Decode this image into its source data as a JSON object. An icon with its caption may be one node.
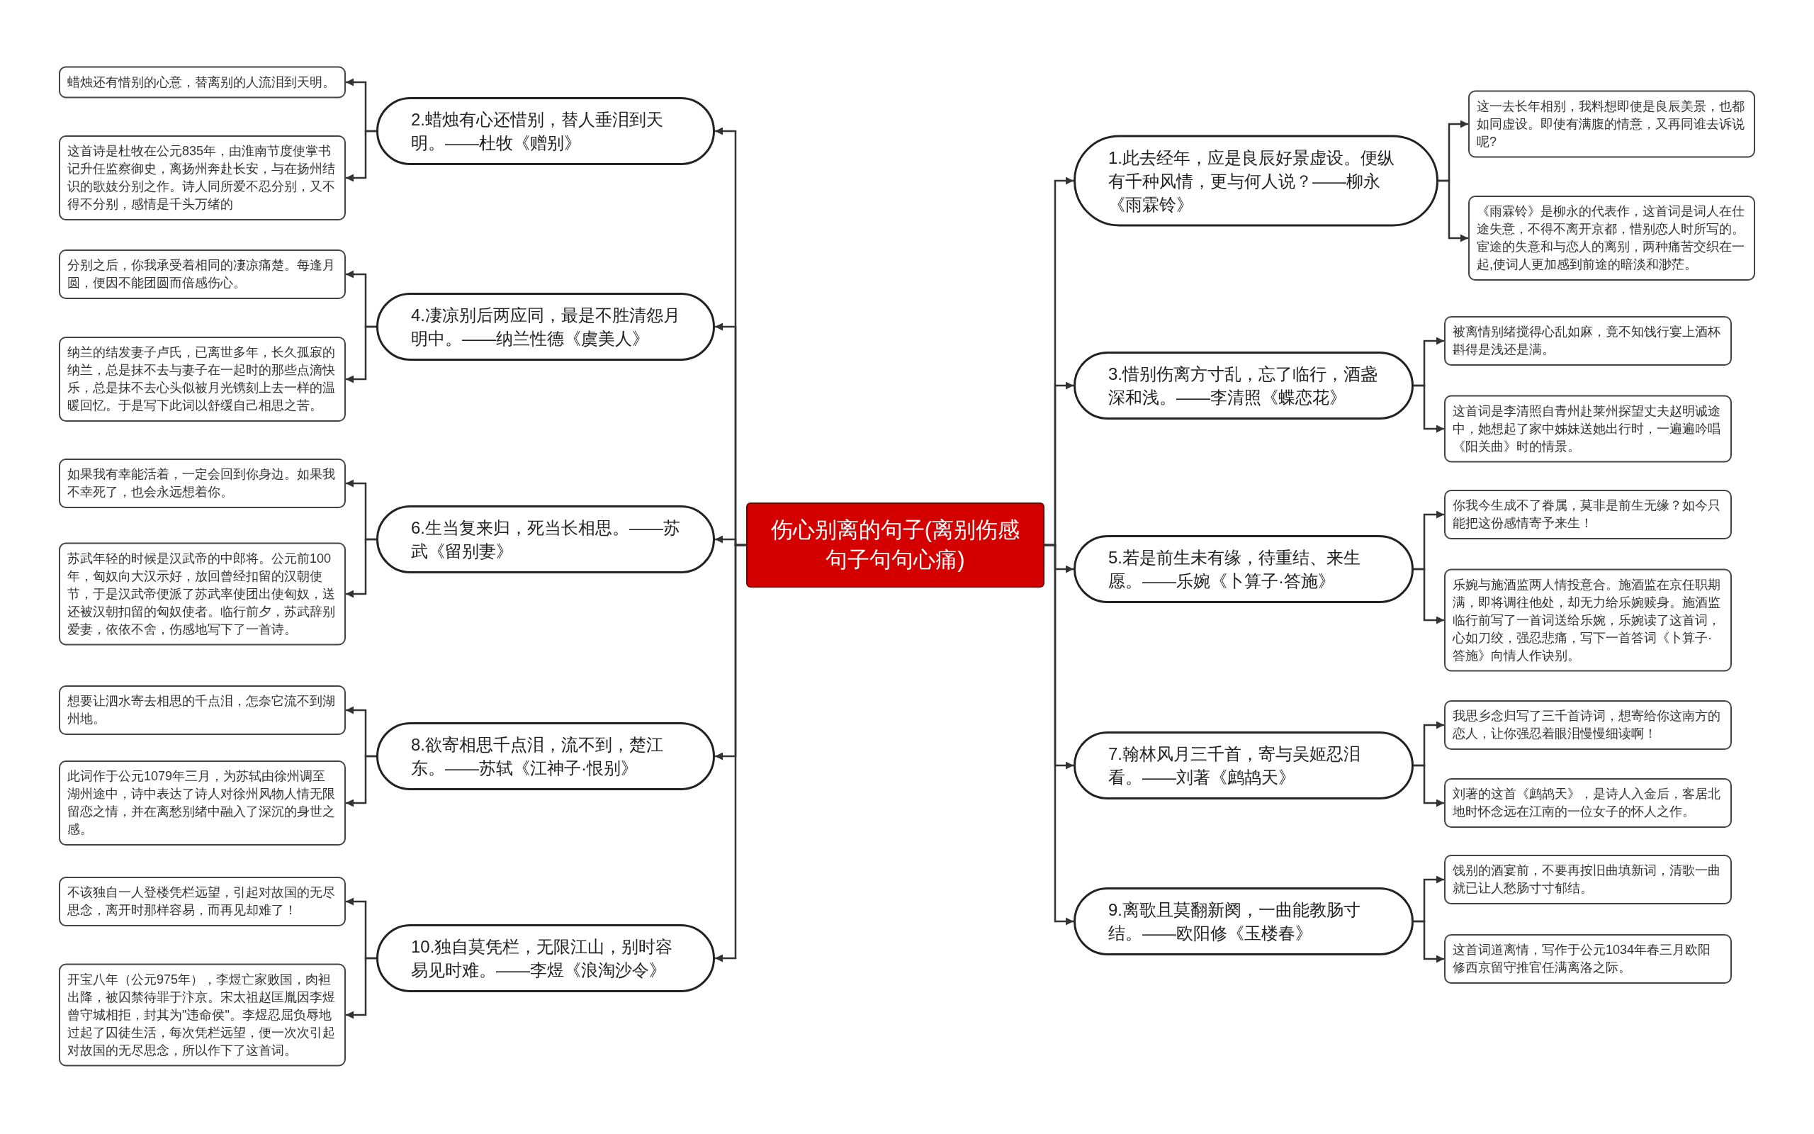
{
  "diagram": {
    "nodes": [
      {
        "text": [
          "伤心别离的句子(离别伤感句子句句心痛)"
        ]
      },
      {
        "text": [
          "1.此去经年，应是良辰好景虚设。便纵有千种风情，更与何人说？——柳永《雨霖铃》"
        ]
      },
      {
        "text": [
          "这一去长年相别，我料想即使是良辰美景，也都如同虚设。即使有满腹的情意，又再同谁去诉说呢?"
        ]
      },
      {
        "text": [
          "《雨霖铃》是柳永的代表作，这首词是词人在仕途失意，不得不离开京都，惜别恋人时所写的。宦途的失意和与恋人的离别，两种痛苦交织在一起,使词人更加感到前途的暗淡和渺茫。"
        ]
      },
      {
        "text": [
          "2.蜡烛有心还惜别，替人垂泪到天明。——杜牧《赠别》"
        ]
      },
      {
        "text": [
          "蜡烛还有惜别的心意，替离别的人流泪到天明。"
        ]
      },
      {
        "text": [
          "这首诗是杜牧在公元835年，由淮南节度使掌书记升任监察御史，离扬州奔赴长安，与在扬州结识的歌妓分别之作。诗人同所爱不忍分别，又不得不分别，感情是千头万绪的"
        ]
      },
      {
        "text": [
          "3.惜别伤离方寸乱，忘了临行，酒盏深和浅。——李清照《蝶恋花》"
        ]
      },
      {
        "text": [
          "被离情别绪搅得心乱如麻，竟不知饯行宴上酒杯斟得是浅还是满。"
        ]
      },
      {
        "text": [
          "这首词是李清照自青州赴莱州探望丈夫赵明诚途中，她想起了家中姊妹送她出行时，一遍遍吟唱《阳关曲》时的情景。"
        ]
      },
      {
        "text": [
          "4.凄凉别后两应同，最是不胜清怨月明中。——纳兰性德《虞美人》"
        ]
      },
      {
        "text": [
          "分别之后，你我承受着相同的凄凉痛楚。每逢月圆，便因不能团圆而倍感伤心。"
        ]
      },
      {
        "text": [
          "纳兰的结发妻子卢氏，已离世多年，长久孤寂的纳兰，总是抹不去与妻子在一起时的那些点滴快乐，总是抹不去心头似被月光镌刻上去一样的温暖回忆。于是写下此词以舒缓自己相思之苦。"
        ]
      },
      {
        "text": [
          "5.若是前生未有缘，待重结、来生愿。——乐婉《卜算子·答施》"
        ]
      },
      {
        "text": [
          "你我今生成不了眷属，莫非是前生无缘？如今只能把这份感情寄予来生！"
        ]
      },
      {
        "text": [
          "乐婉与施酒监两人情投意合。施酒监在京任职期满，即将调往他处，却无力给乐婉赎身。施酒监临行前写了一首词送给乐婉，乐婉读了这首词，心如刀绞，强忍悲痛，写下一首答词《卜算子·答施》向情人作诀别。"
        ]
      },
      {
        "text": [
          "6.生当复来归，死当长相思。——苏武《留别妻》"
        ]
      },
      {
        "text": [
          "如果我有幸能活着，一定会回到你身边。如果我不幸死了，也会永远想着你。"
        ]
      },
      {
        "text": [
          "苏武年轻的时候是汉武帝的中郎将。公元前100年，匈奴向大汉示好，放回曾经扣留的汉朝使节，于是汉武帝便派了苏武率使团出使匈奴，送还被汉朝扣留的匈奴使者。临行前夕，苏武辞别爱妻，依依不舍，伤感地写下了一首诗。"
        ]
      },
      {
        "text": [
          "7.翰林风月三千首，寄与吴姬忍泪看。——刘著《鹧鸪天》"
        ]
      },
      {
        "text": [
          "我思乡念归写了三千首诗词，想寄给你这南方的恋人，让你强忍着眼泪慢慢细读啊！"
        ]
      },
      {
        "text": [
          "刘著的这首《鹧鸪天》，是诗人入金后，客居北地时怀念远在江南的一位女子的怀人之作。"
        ]
      },
      {
        "text": [
          "8.欲寄相思千点泪，流不到，楚江东。——苏轼《江神子·恨别》"
        ]
      },
      {
        "text": [
          "想要让泗水寄去相思的千点泪，怎奈它流不到湖州地。"
        ]
      },
      {
        "text": [
          "此词作于公元1079年三月，为苏轼由徐州调至湖州途中，诗中表达了诗人对徐州风物人情无限留恋之情，并在离愁别绪中融入了深沉的身世之感。"
        ]
      },
      {
        "text": [
          "9.离歌且莫翻新阕，一曲能教肠寸结。——欧阳修《玉楼春》"
        ]
      },
      {
        "text": [
          "饯别的酒宴前，不要再按旧曲填新词，清歌一曲就已让人愁肠寸寸郁结。"
        ]
      },
      {
        "text": [
          "这首词道离情，写作于公元1034年春三月欧阳修西京留守推官任满离洛之际。"
        ]
      },
      {
        "text": [
          "10.独自莫凭栏，无限江山，别时容易见时难。——李煜《浪淘沙令》"
        ]
      },
      {
        "text": [
          "不该独自一人登楼凭栏远望，引起对故国的无尽思念，离开时那样容易，而再见却难了！"
        ]
      },
      {
        "text": [
          "开宝八年（公元975年），李煜亡家败国，肉袒出降，被囚禁待罪于汴京。宋太祖赵匡胤因李煜曾守城相拒，封其为\"违命侯\"。李煜忍屈负辱地过起了囚徒生活，每次凭栏远望，便一次次引起对故国的无尽思念，所以作下了这首词。"
        ]
      }
    ],
    "edges": [
      {
        "from": 0,
        "to": 1,
        "arrow": "to"
      },
      {
        "from": 1,
        "to": 2,
        "arrow": "to"
      },
      {
        "from": 1,
        "to": 3,
        "arrow": "to"
      },
      {
        "from": 0,
        "to": 4,
        "arrow": "to"
      },
      {
        "from": 4,
        "to": 5,
        "arrow": "to"
      },
      {
        "from": 4,
        "to": 6,
        "arrow": "to"
      },
      {
        "from": 0,
        "to": 7,
        "arrow": "to"
      },
      {
        "from": 7,
        "to": 8,
        "arrow": "to"
      },
      {
        "from": 7,
        "to": 9,
        "arrow": "to"
      },
      {
        "from": 0,
        "to": 10,
        "arrow": "to"
      },
      {
        "from": 10,
        "to": 11,
        "arrow": "to"
      },
      {
        "from": 10,
        "to": 12,
        "arrow": "to"
      },
      {
        "from": 0,
        "to": 13,
        "arrow": "to"
      },
      {
        "from": 13,
        "to": 14,
        "arrow": "to"
      },
      {
        "from": 13,
        "to": 15,
        "arrow": "to"
      },
      {
        "from": 0,
        "to": 16,
        "arrow": "to"
      },
      {
        "from": 16,
        "to": 17,
        "arrow": "to"
      },
      {
        "from": 16,
        "to": 18,
        "arrow": "to"
      },
      {
        "from": 0,
        "to": 19,
        "arrow": "to"
      },
      {
        "from": 19,
        "to": 20,
        "arrow": "to"
      },
      {
        "from": 19,
        "to": 21,
        "arrow": "to"
      },
      {
        "from": 0,
        "to": 22,
        "arrow": "to"
      },
      {
        "from": 22,
        "to": 23,
        "arrow": "to"
      },
      {
        "from": 22,
        "to": 24,
        "arrow": "to"
      },
      {
        "from": 0,
        "to": 25,
        "arrow": "to"
      },
      {
        "from": 25,
        "to": 26,
        "arrow": "to"
      },
      {
        "from": 25,
        "to": 27,
        "arrow": "to"
      },
      {
        "from": 0,
        "to": 28,
        "arrow": "to"
      },
      {
        "from": 28,
        "to": 29,
        "arrow": "to"
      },
      {
        "from": 28,
        "to": 30,
        "arrow": "to"
      }
    ]
  }
}
